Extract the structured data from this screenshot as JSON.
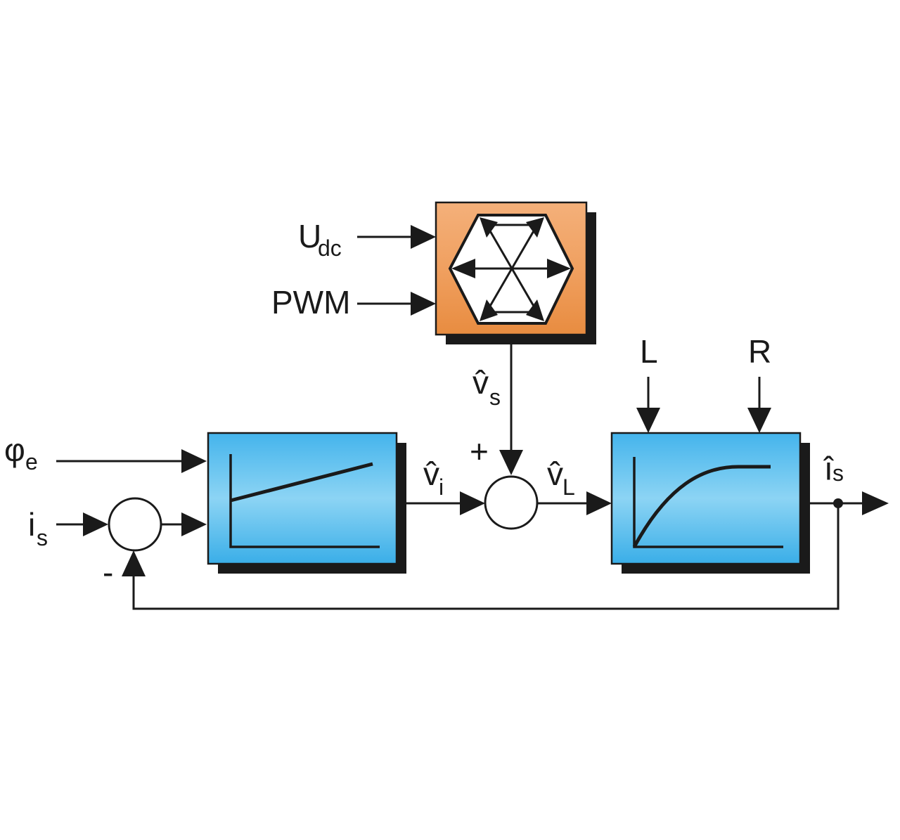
{
  "labels": {
    "udc_main": "U",
    "udc_sub": "dc",
    "pwm": "PWM",
    "phi_main": "φ",
    "phi_sub": "e",
    "is_main": "i",
    "is_sub": "s",
    "vs_main": "v̂",
    "vs_sub": "s",
    "vi_main": "v̂",
    "vi_sub": "i",
    "vl_main": "v̂",
    "vl_sub": "L",
    "L": "L",
    "R": "R",
    "ishat_main": "î",
    "ishat_sub": "s",
    "plus": "+",
    "minus": "-"
  },
  "colors": {
    "inverter_fill": "#f0a060",
    "block_fill": "#5cc0ee",
    "shadow": "#1a1a1a",
    "line": "#1a1a1a"
  }
}
